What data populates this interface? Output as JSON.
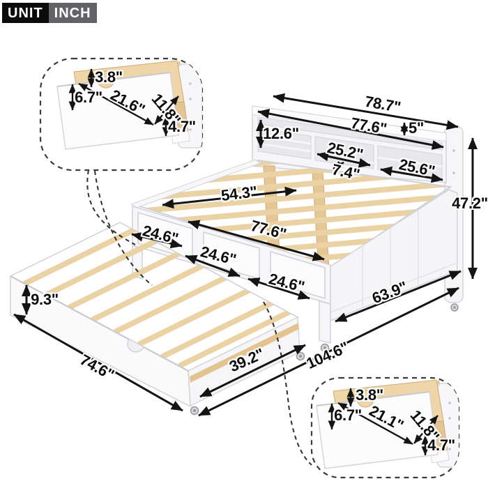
{
  "unit_badge": {
    "unit": "UNIT",
    "inch": "INCH"
  },
  "dimensions": {
    "headboard_total_width": "78.7\"",
    "headboard_inner_width": "77.6\"",
    "top_shelf_height": "5\"",
    "headboard_height": "12.6\"",
    "shelf_left_width": "25.2\"",
    "shelf_divider_width": "7.4\"",
    "shelf_right_width": "25.6\"",
    "overall_height": "47.2\"",
    "bed_width": "54.3\"",
    "bed_length": "77.6\"",
    "drawer_1_width": "24.6\"",
    "drawer_2_width": "24.6\"",
    "drawer_3_width": "24.6\"",
    "side_panel_length": "63.9\"",
    "trundle_height": "9.3\"",
    "trundle_length": "74.6\"",
    "trundle_width": "39.2\"",
    "overall_length_with_trundle": "104.6\""
  },
  "callout_top_left": {
    "top_rail_height": "3.8\"",
    "drawer_front_height": "6.7\"",
    "drawer_length": "21.6\"",
    "drawer_depth": "11.8\"",
    "drawer_side_height": "4.7\""
  },
  "callout_bottom_right": {
    "top_rail_height": "3.8\"",
    "drawer_front_height": "6.7\"",
    "drawer_length": "21.1\"",
    "drawer_depth": "11.8\"",
    "drawer_side_height": "4.7\""
  },
  "colors": {
    "background": "#ffffff",
    "label_text": "#0c0c0c",
    "label_halo": "#ffffff",
    "arrow": "#141414",
    "badge_unit_bg": "#0b0b0b",
    "badge_inch_bg": "#636367",
    "badge_text": "#ffffff",
    "wood": "#ead2a4",
    "wood_dark": "#d9b686",
    "frame_white": "#f7f7f9",
    "frame_line": "#d2d2d9"
  }
}
